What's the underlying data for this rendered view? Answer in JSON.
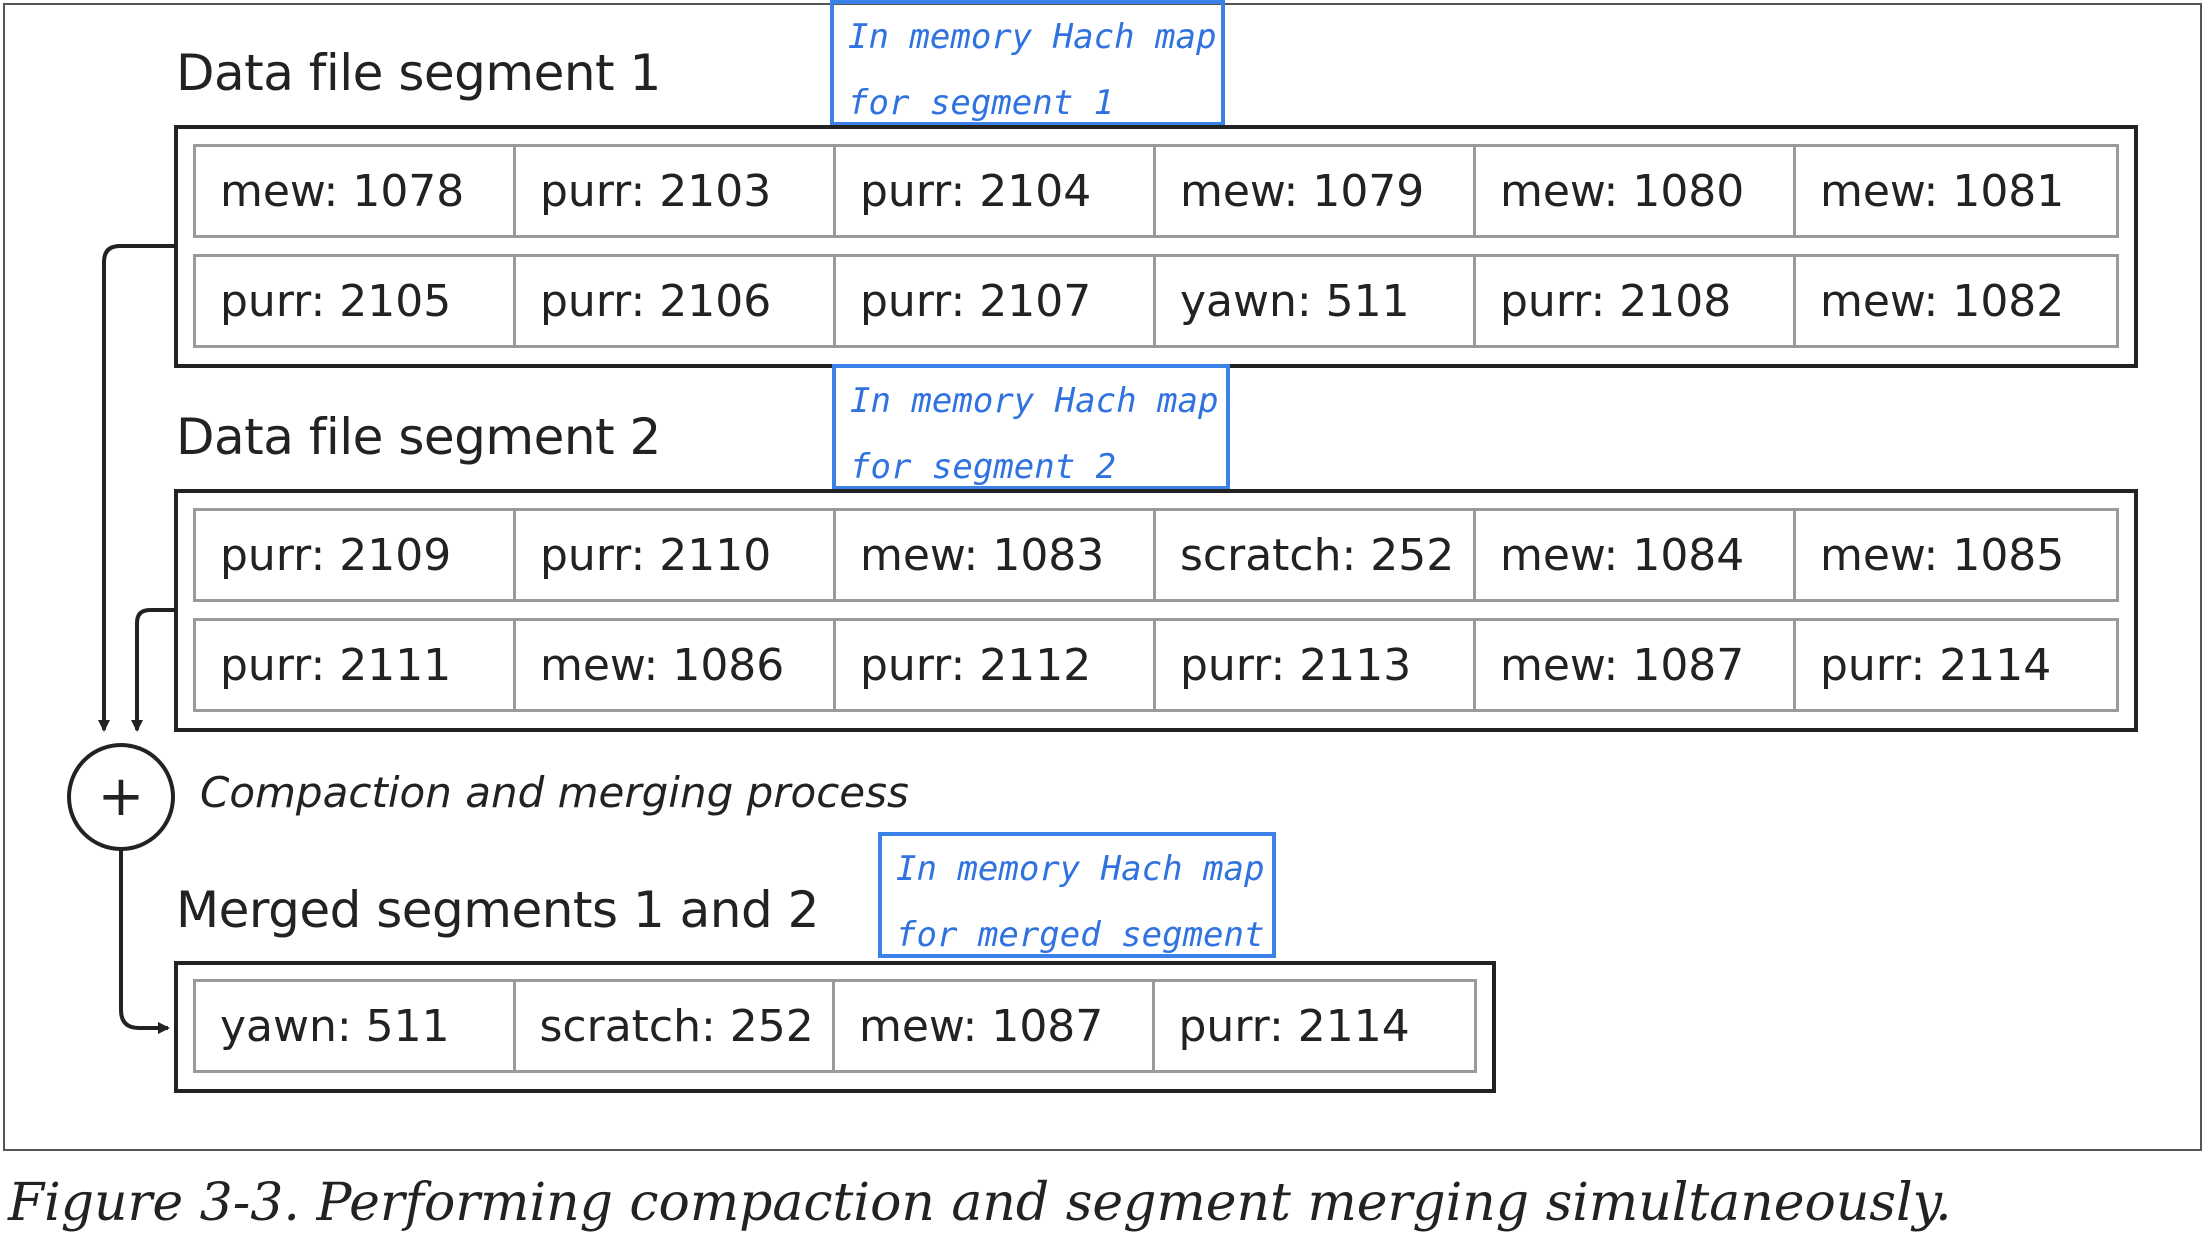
{
  "segments": [
    {
      "title": "Data file segment 1",
      "note": [
        "In memory Hach map",
        "for segment 1"
      ],
      "rows": [
        [
          "mew: 1078",
          "purr: 2103",
          "purr: 2104",
          "mew: 1079",
          "mew: 1080",
          "mew: 1081"
        ],
        [
          "purr: 2105",
          "purr: 2106",
          "purr: 2107",
          "yawn: 511",
          "purr: 2108",
          "mew: 1082"
        ]
      ]
    },
    {
      "title": "Data file segment 2",
      "note": [
        "In memory Hach map",
        "for segment 2"
      ],
      "rows": [
        [
          "purr: 2109",
          "purr: 2110",
          "mew: 1083",
          "scratch: 252",
          "mew: 1084",
          "mew: 1085"
        ],
        [
          "purr: 2111",
          "mew: 1086",
          "purr: 2112",
          "purr: 2113",
          "mew: 1087",
          "purr: 2114"
        ]
      ]
    }
  ],
  "process": {
    "symbol": "+",
    "label": "Compaction and merging process"
  },
  "merged": {
    "title": "Merged segments 1 and 2",
    "note": [
      "In memory Hach map",
      "for merged segment"
    ],
    "row": [
      "yawn: 511",
      "scratch: 252",
      "mew: 1087",
      "purr: 2114"
    ]
  },
  "caption": "Figure 3-3. Performing compaction and segment merging simultaneously.",
  "colors": {
    "annotation": "#3b82e8",
    "ink": "#222222",
    "cell_border": "#9a9a9a"
  }
}
